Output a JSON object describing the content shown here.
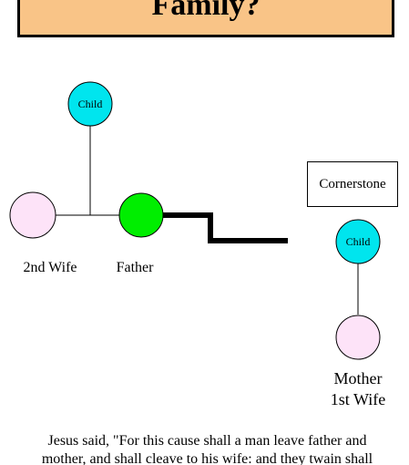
{
  "title": "Family?",
  "colors": {
    "title_bg": "#f9c487",
    "child": "#00e5ee",
    "father": "#00ee00",
    "wife": "#fde3f8",
    "line": "#000000"
  },
  "nodes": {
    "top_child": "Child",
    "second_wife": "2nd Wife",
    "father": "Father",
    "right_child": "Child",
    "mother_line1": "Mother",
    "mother_line2": "1st Wife"
  },
  "cornerstone": "Cornerstone",
  "quote": {
    "line1": "Jesus said, \"For this cause shall a man leave father and",
    "line2": "mother, and shall cleave to his wife: and they twain shall"
  }
}
